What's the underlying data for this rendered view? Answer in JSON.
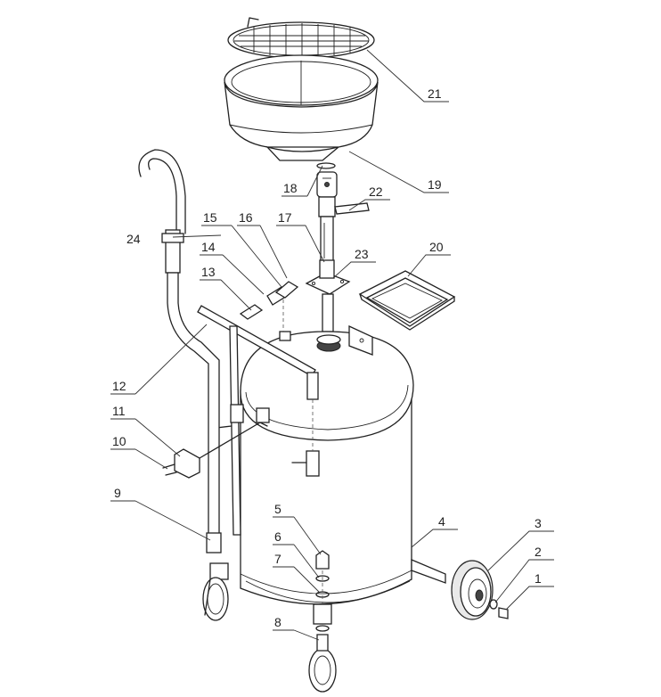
{
  "callouts": [
    {
      "number": "1"
    },
    {
      "number": "2"
    },
    {
      "number": "3"
    },
    {
      "number": "4"
    },
    {
      "number": "5"
    },
    {
      "number": "6"
    },
    {
      "number": "7"
    },
    {
      "number": "8"
    },
    {
      "number": "9"
    },
    {
      "number": "10"
    },
    {
      "number": "11"
    },
    {
      "number": "12"
    },
    {
      "number": "13"
    },
    {
      "number": "14"
    },
    {
      "number": "15"
    },
    {
      "number": "16"
    },
    {
      "number": "17"
    },
    {
      "number": "18"
    },
    {
      "number": "19"
    },
    {
      "number": "20"
    },
    {
      "number": "21"
    },
    {
      "number": "22"
    },
    {
      "number": "23"
    },
    {
      "number": "24"
    }
  ]
}
